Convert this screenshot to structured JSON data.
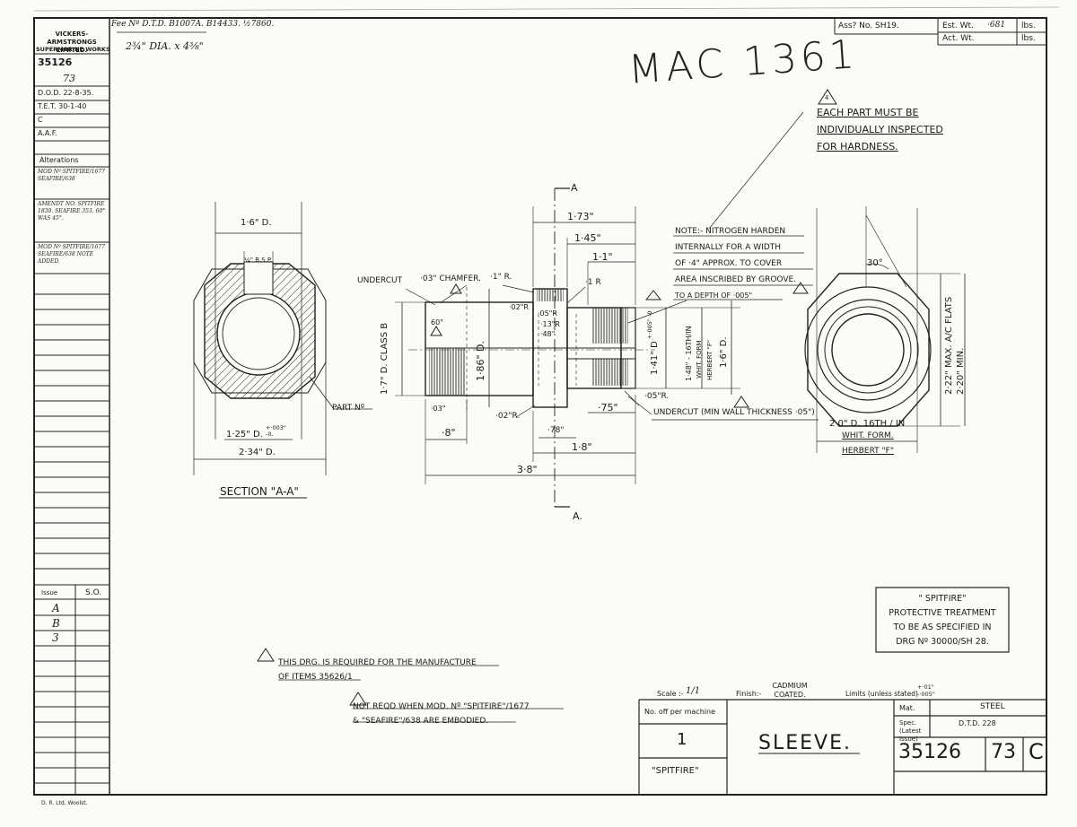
{
  "header": {
    "part_ref_note": "Fee Nº D.T.D. B1007A. B14433. ½7860.",
    "bar_stock": "2¾\" DIA. x 4⅜\"",
    "handwritten_number": "MAC 1361",
    "assy_no": "Ass? No. SH19.",
    "est_wt_label": "Est. Wt.",
    "est_wt_value": "·681",
    "act_wt_label": "Act. Wt.",
    "lbs": "lbs."
  },
  "left_block": {
    "company": "VICKERS-ARMSTRONGS LIMITED.",
    "works": "SUPERMARINE WORKS",
    "drawing_no": "35126",
    "sheet": "73",
    "dod": "D.O.D. 22-8-35.",
    "tet": "T.E.T. 30-1-40",
    "c": "C",
    "aaf": "A.A.F.",
    "alterations_label": "Alterations",
    "alt1": "MOD Nº SPITFIRE/1677 SEAFIRE/638",
    "alt2": "AMENDT NO. SPITFIRE 1830. SEAFIRE 353. 60° WAS 45°.",
    "alt3": "MOD Nº SPITFIRE/1677 SEAFIRE/638 NOTE ADDED.",
    "issue_label": "Issue",
    "so_label": "S.O.",
    "issues": [
      "A",
      "B",
      "3"
    ]
  },
  "notes": {
    "note4_lines": [
      "EACH PART MUST BE",
      "INDIVIDUALLY INSPECTED",
      "FOR HARDNESS."
    ],
    "note4_marker": "4",
    "nitrogen_lines": [
      "NOTE:- NITROGEN HARDEN",
      "INTERNALLY FOR A WIDTH",
      "OF ·4\" APPROX. TO COVER",
      "AREA INSCRIBED BY GROOVE.",
      "TO A DEPTH OF ·005\""
    ],
    "note2_lines": [
      "THIS DRG. IS REQUIRED FOR THE MANUFACTURE",
      "OF ITEMS 35626/1"
    ],
    "note3_lines": [
      "NOT REQD WHEN MOD. Nº \"SPITFIRE\"/1677",
      "& \"SEAFIRE\"/638 ARE EMBODIED."
    ],
    "spitfire_box": [
      "\" SPITFIRE\"",
      "PROTECTIVE TREATMENT",
      "TO BE AS SPECIFIED IN",
      "DRG Nº 30000/SH 28."
    ]
  },
  "section_view": {
    "title": "SECTION \"A-A\"",
    "dim_top": "1·6\" D.",
    "keyway": "¼\" B.S.P.",
    "bore": "1·25\" D.",
    "bore_tol": "+·003\" -0.",
    "od": "2·34\" D.",
    "part_no": "PART Nº"
  },
  "elevation": {
    "section_mark": "A",
    "d_173": "1·73\"",
    "d_145": "1·45\"",
    "d_11": "1·1\"",
    "undercut": "UNDERCUT",
    "chamfer": "·03\" CHAMFER.",
    "r_1": "·1\" R.",
    "r_1b": "·1 R",
    "r_02": "·02\"R",
    "r_05": "·05\"R",
    "r_13": "·13\"R",
    "d_48": "·48\"",
    "angle_60": "60°",
    "d_17": "1·7\" D. CLASS B",
    "d_186": "1·86\" D.",
    "d_141": "1·41\" D",
    "tol_141": "+·005\" -0",
    "thread_148": "1·48\" - 16TH/IN",
    "thread_form": "WHIT. FORM",
    "thread_herbert": "HERBERT \"F\"",
    "d_16": "1·6\" D.",
    "d_03b": "·03\"",
    "r_02b": "·02\"R.",
    "d_8": "·8\"",
    "d_78": "·78\"",
    "d_75": "·75\"",
    "r_05b": "·05\"R.",
    "d_18": "1·8\"",
    "d_38": "3·8\"",
    "undercut_note": "UNDERCUT (MIN WALL THICKNESS ·05\")",
    "section_mark_b": "A."
  },
  "end_view": {
    "angle": "30°",
    "flats": "2·22\" MAX. A/C FLATS",
    "min": "2·20\" MIN.",
    "thread": "2·0\" D. 16TH / IN",
    "form": "WHIT. FORM.",
    "herbert": "HERBERT \"F\""
  },
  "title_block": {
    "scale_label": "Scale :-",
    "scale_value": "1/1",
    "finish_label": "Finish:-",
    "finish_value": "CADMIUM COATED.",
    "limits_label": "Limits (unless stated)",
    "limits_value": "+·01\" -·005\"",
    "no_off_label": "No. off per machine",
    "no_off_value": "1",
    "machine": "\"SPITFIRE\"",
    "title": "SLEEVE.",
    "mat_label": "Mat.",
    "mat_value": "STEEL",
    "spec_label": "Spec. (Latest Issue)",
    "spec_value": "D.T.D. 228",
    "drawing_no": "35126",
    "sheet_no": "73",
    "issue": "C",
    "footer": "D. R. Ltd. Woolst."
  }
}
